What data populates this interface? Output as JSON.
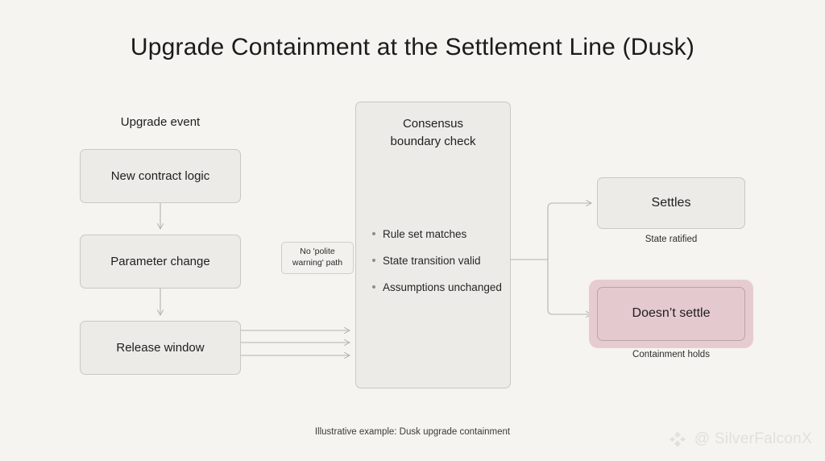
{
  "slide": {
    "title": "Upgrade Containment at the Settlement Line (Dusk)",
    "footer_note": "Illustrative example: Dusk upgrade containment",
    "background_color": "#f5f4f0"
  },
  "left_column": {
    "label": "Upgrade event",
    "nodes": [
      {
        "label": "New contract logic"
      },
      {
        "label": "Parameter change"
      },
      {
        "label": "Release window"
      }
    ]
  },
  "callout": {
    "line1": "No 'polite",
    "line2": "warning' path",
    "text": "No 'polite warning' path"
  },
  "center_panel": {
    "title_line1": "Consensus",
    "title_line2": "boundary check",
    "title": "Consensus boundary check",
    "bullets": [
      "Rule set matches",
      "State transition valid",
      "Assumptions unchanged"
    ]
  },
  "outcomes": [
    {
      "label": "Settles",
      "caption": "State ratified",
      "highlight_color": "#ecebe8"
    },
    {
      "label": "Doesn’t settle",
      "caption": "Containment holds",
      "highlight_color": "#e6ccd0"
    }
  ],
  "watermark": {
    "handle": "@ SilverFalconX",
    "logo_name": "diamond-logo",
    "color": "#e2e0db"
  },
  "palette": {
    "node_fill": "#ecebe8",
    "node_border": "#c9c8c4",
    "wire": "#b4b3ae",
    "text": "#1c1c1c",
    "accent_pink": "#e4cacf"
  }
}
